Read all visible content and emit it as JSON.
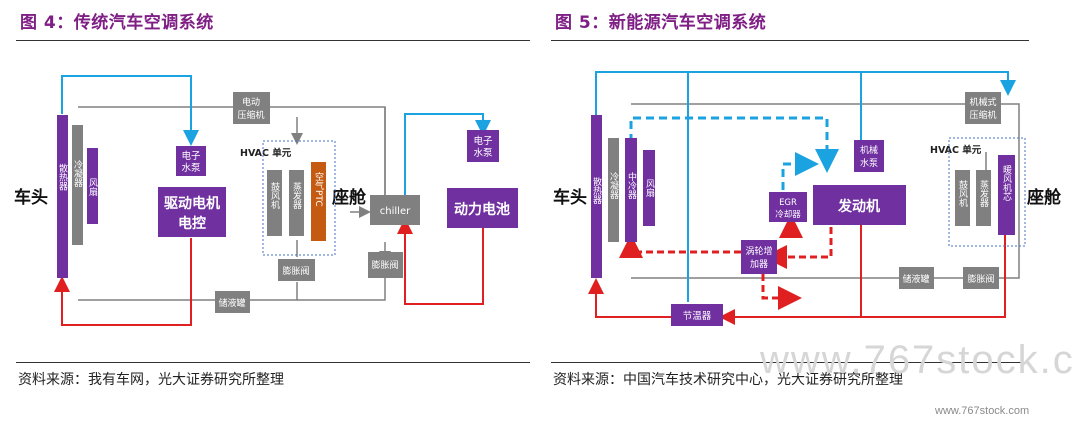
{
  "left": {
    "title": "图 4：传统汽车空调系统",
    "source": "资料来源：我有车网，光大证券研究所整理",
    "labels": {
      "car_head": "车头",
      "radiator": "散热器",
      "condenser": "冷凝器",
      "fan": "风扇",
      "e_pump": "电子水泵",
      "motor_ctrl": "驱动电机电控",
      "compressor": "电动压缩机",
      "hvac": "HVAC 单元",
      "blower": "鼓风机",
      "evaporator": "蒸发器",
      "ptc": "空气PTC",
      "cabin": "座舱",
      "expansion1": "膨胀阀",
      "expansion2": "膨胀阀",
      "chiller": "chiller",
      "pump2": "电子水泵",
      "battery": "动力电池",
      "receiver": "储液罐"
    }
  },
  "right": {
    "title": "图 5：新能源汽车空调系统",
    "source": "资料来源：中国汽车技术研究中心，光大证券研究所整理",
    "labels": {
      "car_head": "车头",
      "radiator": "散热器",
      "condenser": "冷凝器",
      "intercooler": "中冷器",
      "fan": "风扇",
      "egr": "EGR冷却器",
      "engine": "发动机",
      "mech_pump": "机械水泵",
      "mech_compressor": "机械式压缩机",
      "hvac": "HVAC 单元",
      "blower": "鼓风机",
      "evaporator": "蒸发器",
      "heater_core": "暖风机芯",
      "cabin": "座舱",
      "turbo": "涡轮增加器",
      "receiver": "储液罐",
      "expansion": "膨胀阀",
      "thermostat": "节温器"
    }
  },
  "watermark": "www.767stock.com",
  "watermark_big": "www.767stock.c",
  "colors": {
    "purple": "#7030a0",
    "gray": "#808080",
    "orange": "#c55a11",
    "blue": "#1aa3e0",
    "red": "#e02020",
    "title": "#7f1f86"
  }
}
